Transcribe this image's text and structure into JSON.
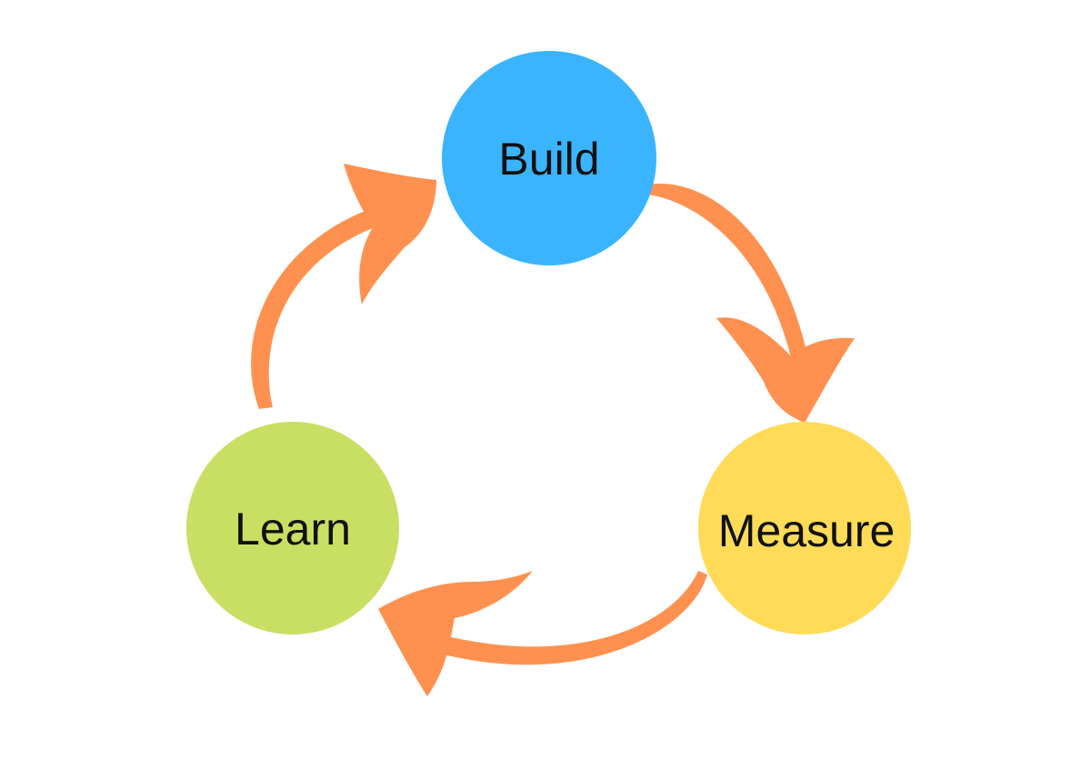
{
  "diagram": {
    "nodes": [
      {
        "id": "build",
        "label": "Build",
        "color": "#3bb4ff"
      },
      {
        "id": "measure",
        "label": "Measure",
        "color": "#ffdb58"
      },
      {
        "id": "learn",
        "label": "Learn",
        "color": "#c8df64"
      }
    ],
    "arrow_color": "#ff9150"
  }
}
